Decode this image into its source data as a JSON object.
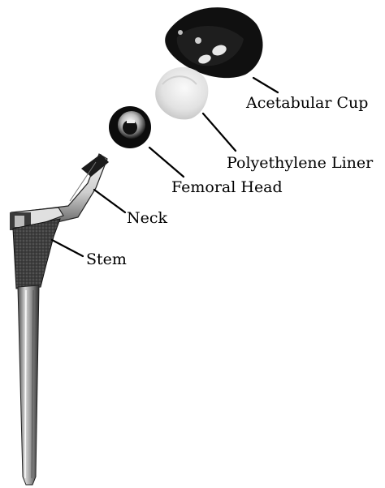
{
  "figure": {
    "labels": {
      "cup": "Acetabular Cup",
      "liner": "Polyethylene Liner",
      "head": "Femoral Head",
      "neck": "Neck",
      "stem": "Stem"
    }
  }
}
